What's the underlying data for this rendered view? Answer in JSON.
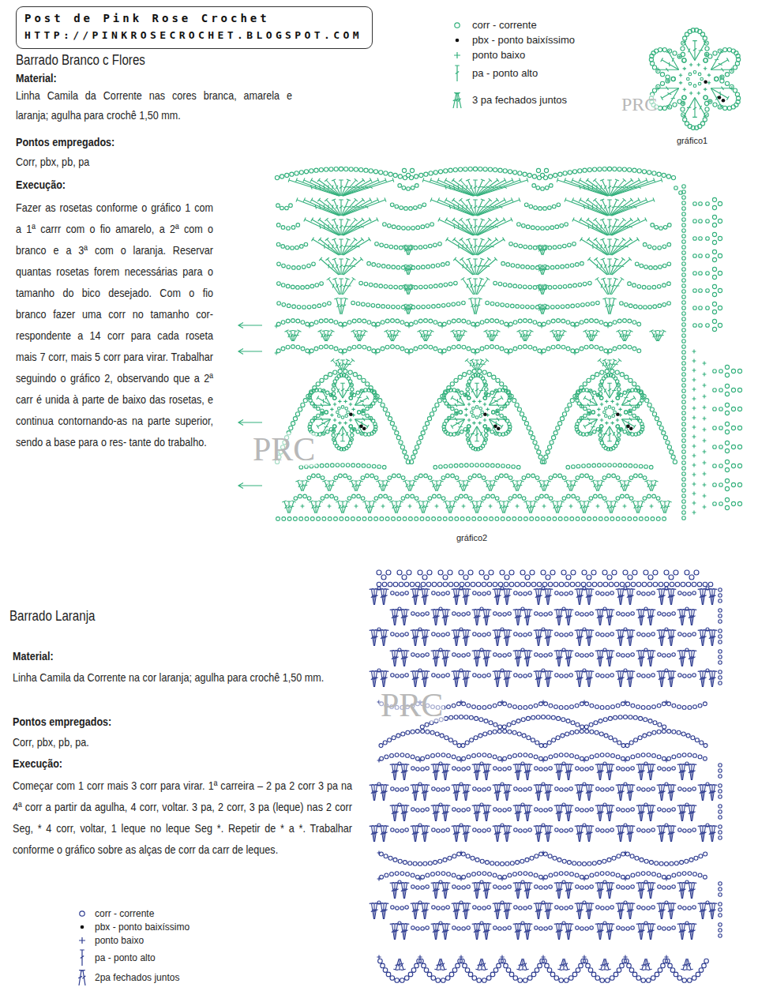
{
  "diagram": {
    "nodes": [
      {
        "text": [
          "Post de Pink Rose Crochet",
          "HTTP://PINKROSECROCHET.BLOGSPOT.COM"
        ]
      }
    ],
    "labels": [
      "Barrado Branco c Flores",
      "Material:",
      "Linha Camila da Corrente nas cores branca, amarela e laranja; agulha para crochê 1,50 mm.",
      "Pontos empregados:",
      "Corr, pbx, pb, pa",
      "Execução:",
      "Fazer as rosetas conforme o gráfico 1 com a 1ª carrr com o fio amarelo, a 2ª com o branco e a 3ª com o laranja. Reservar quantas rosetas forem necessárias para o tamanho do bico desejado. Com o fio branco fazer uma corr no tamanho cor- respondente a 14 corr para cada roseta mais 7 corr, mais 5 corr para virar. Trabalhar seguindo o gráfico 2, observando que a 2ª carr é unida à parte de baixo das rosetas, e continua contornando-as na parte superior, sendo a base para o res- tante do trabalho.",
      "PRC",
      "gráfico1",
      "PRC",
      "gráfico2",
      "Barrado Laranja",
      "Material:",
      "Linha Camila da Corrente na cor laranja; agulha para crochê 1,50 mm.",
      "Pontos empregados:",
      "Corr, pbx, pb, pa.",
      "Execução:",
      "Começar com 1 corr mais 3 corr para virar. 1ª carreira – 2 pa 2 corr 3 pa na 4ª corr a partir da agulha, 4 corr, voltar. 3 pa, 2 corr, 3 pa (leque) nas 2 corr Seg, * 4 corr, voltar, 1 leque no leque Seg *. Repetir de * a *. Trabalhar conforme o gráfico sobre as alças de corr da carr de leques.",
      "PRC"
    ],
    "legend": [
      {
        "text": "corr - corrente"
      },
      {
        "text": "pbx - ponto baixíssimo"
      },
      {
        "text": "ponto baixo"
      },
      {
        "text": "pa - ponto alto"
      },
      {
        "text": "3 pa fechados juntos"
      },
      {
        "text": "corr - corrente"
      },
      {
        "text": "pbx - ponto baixíssimo"
      },
      {
        "text": "ponto baixo"
      },
      {
        "text": "pa - ponto alto"
      },
      {
        "text": "2pa fechados juntos"
      }
    ]
  }
}
